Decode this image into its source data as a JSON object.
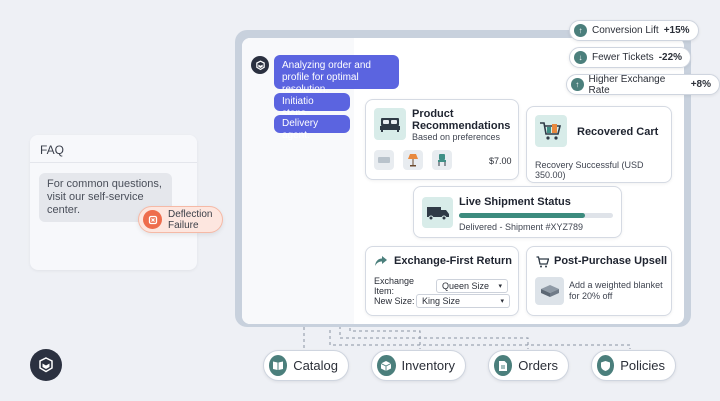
{
  "faq": {
    "title": "FAQ",
    "message": "For common questions, visit our self-service center.",
    "badge_line1": "Deflection",
    "badge_line2": "Failure"
  },
  "metrics": [
    {
      "label": "Conversion Lift",
      "value": "+15%",
      "direction": "up"
    },
    {
      "label": "Fewer Tickets",
      "value": "-22%",
      "direction": "down"
    },
    {
      "label": "Higher Exchange Rate",
      "value": "+8%",
      "direction": "up"
    }
  ],
  "chat": {
    "analyzing": "Analyzing order and profile for optimal resolution.",
    "initiate": "Initiatio steps...",
    "delivery": "Delivery agent."
  },
  "cards": {
    "product": {
      "title_line1": "Product",
      "title_line2": "Recommendations",
      "subtitle": "Based on preferences",
      "price": "$7.00"
    },
    "cart": {
      "title": "Recovered Cart",
      "status": "Recovery Successful (USD 350.00)"
    },
    "shipment": {
      "title": "Live Shipment Status",
      "status": "Delivered - Shipment #XYZ789",
      "progress": 0.82
    },
    "exchange": {
      "title": "Exchange-First Return",
      "item_label": "Exchange Item:",
      "item_value": "Queen Size",
      "size_label": "New Size:",
      "size_value": "King Size"
    },
    "upsell": {
      "title": "Post-Purchase Upsell",
      "line1": "Add a weighted blanket",
      "line2": "for 20% off"
    }
  },
  "tabs": [
    {
      "label": "Catalog",
      "icon": "book-icon"
    },
    {
      "label": "Inventory",
      "icon": "box-icon"
    },
    {
      "label": "Orders",
      "icon": "document-icon"
    },
    {
      "label": "Policies",
      "icon": "shield-icon"
    }
  ],
  "colors": {
    "accent": "#5b64e0",
    "teal": "#4b7f7c",
    "alert": "#ee6d4d",
    "progress": "#3c8b7e"
  }
}
